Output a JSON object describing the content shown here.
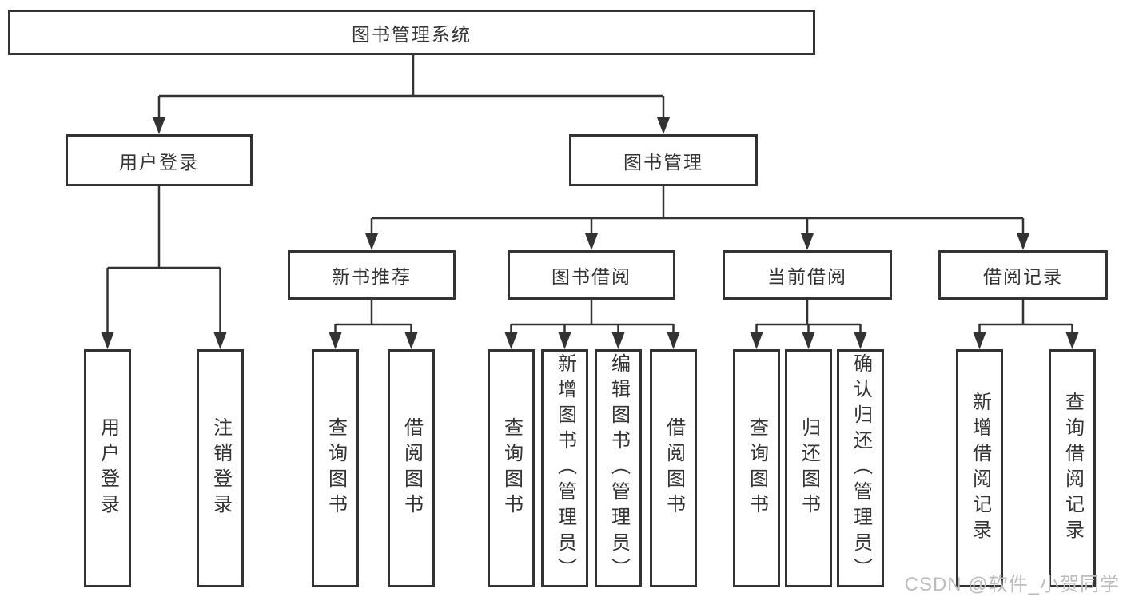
{
  "diagram": {
    "root": {
      "label": "图书管理系统"
    },
    "user_login_branch": {
      "label": "用户登录",
      "children": [
        "用户登录",
        "注销登录"
      ]
    },
    "book_mgmt_branch": {
      "label": "图书管理",
      "sections": [
        {
          "label": "新书推荐",
          "children": [
            "查询图书",
            "借阅图书"
          ]
        },
        {
          "label": "图书借阅",
          "children": [
            "查询图书",
            "新增图书（管理员）",
            "编辑图书（管理员）",
            "借阅图书"
          ]
        },
        {
          "label": "当前借阅",
          "children": [
            "查询图书",
            "归还图书",
            "确认归还（管理员）"
          ]
        },
        {
          "label": "借阅记录",
          "children": [
            "新增借阅记录",
            "查询借阅记录"
          ]
        }
      ]
    }
  },
  "watermark": {
    "text": "CSDN @软件_小贺同学"
  },
  "colors": {
    "line": "#333333",
    "text": "#333333",
    "box_border": "#333333",
    "watermark": "#bcbcbc",
    "background": "#ffffff"
  }
}
